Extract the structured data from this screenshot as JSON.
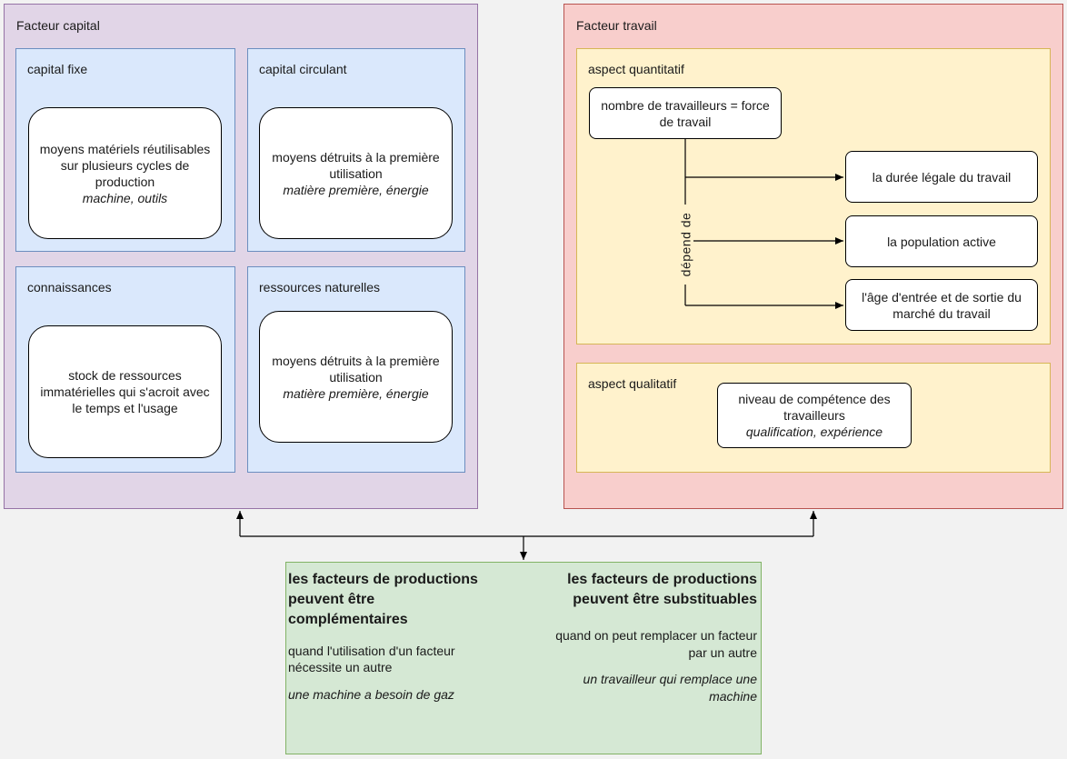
{
  "capital": {
    "title": "Facteur capital",
    "fixe": {
      "title": "capital fixe",
      "text": "moyens matériels réutilisables sur plusieurs cycles de production",
      "example": "machine, outils"
    },
    "circulant": {
      "title": "capital circulant",
      "text": "moyens détruits à la première utilisation",
      "example": "matière première, énergie"
    },
    "connaissances": {
      "title": "connaissances",
      "text": "stock de ressources immatérielles qui s'acroit avec le temps et l'usage"
    },
    "ressources": {
      "title": "ressources naturelles",
      "text": "moyens détruits à la première utilisation",
      "example": "matière première, énergie"
    }
  },
  "travail": {
    "title": "Facteur travail",
    "quantitatif": {
      "title": "aspect quantitatif",
      "source": "nombre de travailleurs = force de travail",
      "depend_label": "dépend de",
      "targets": [
        "la durée légale du travail",
        "la population active",
        "l'âge d'entrée et de sortie du marché du travail"
      ]
    },
    "qualitatif": {
      "title": "aspect qualitatif",
      "text": "niveau de compétence des travailleurs",
      "example": "qualification, expérience"
    }
  },
  "relation": {
    "left_title": "les facteurs de productions peuvent être complémentaires",
    "left_text": "quand l'utilisation d'un facteur nécessite un autre",
    "left_example": "une machine a besoin de gaz",
    "right_title": "les facteurs de productions peuvent être substituables",
    "right_text": "quand on peut remplacer un facteur par un autre",
    "right_example": "un travailleur qui remplace une machine"
  }
}
